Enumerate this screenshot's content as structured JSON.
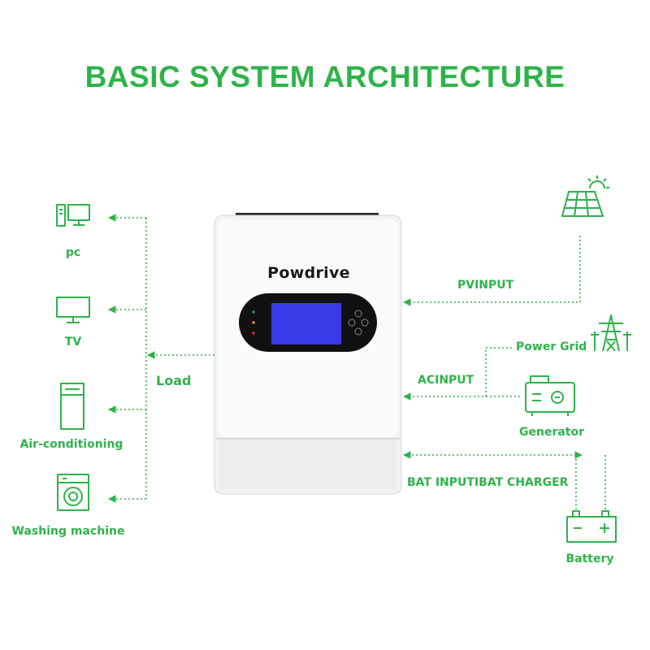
{
  "title": "BASIC SYSTEM ARCHITECTURE",
  "device": {
    "brand": "Powdrive"
  },
  "loads": {
    "label": "Load",
    "items": [
      {
        "label": "pc",
        "icon": "computer-icon"
      },
      {
        "label": "TV",
        "icon": "tv-icon"
      },
      {
        "label": "Air-conditioning",
        "icon": "air-conditioner-icon"
      },
      {
        "label": "Washing machine",
        "icon": "washing-machine-icon"
      }
    ]
  },
  "inputs": {
    "pv": {
      "label": "PVINPUT",
      "icon": "solar-panel-icon"
    },
    "ac": {
      "label": "ACINPUT"
    },
    "grid": {
      "label": "Power Grid",
      "icon": "power-tower-icon"
    },
    "generator": {
      "label": "Generator",
      "icon": "generator-icon"
    },
    "battery_link": {
      "label": "BAT INPUTIBAT CHARGER"
    },
    "battery": {
      "label": "Battery",
      "icon": "battery-icon"
    }
  },
  "colors": {
    "accent": "#2eb34a",
    "screen": "#3a3ae6",
    "panel": "#f3f3f3"
  }
}
